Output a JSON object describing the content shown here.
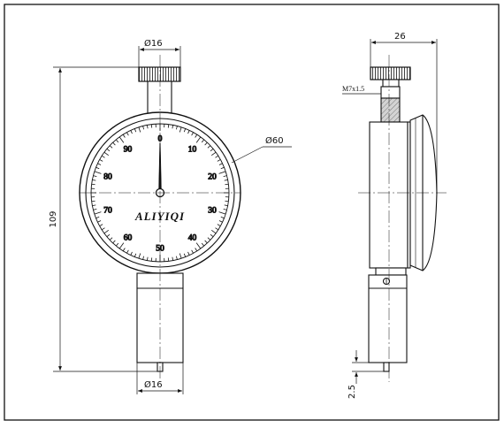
{
  "brand": "ALIYIQI",
  "dial": {
    "scale_labels": [
      "0",
      "10",
      "20",
      "30",
      "40",
      "50",
      "60",
      "70",
      "80",
      "90"
    ]
  },
  "dimensions": {
    "top_knob_diameter": "Ø16",
    "bottom_diameter": "Ø16",
    "dial_diameter": "Ø60",
    "total_height": "109",
    "side_depth": "26",
    "thread_spec": "M7x1.5",
    "tip_length": "2.5"
  },
  "colors": {
    "line": "#111111",
    "background": "#ffffff",
    "thread_fill": "#c8c8c8"
  }
}
